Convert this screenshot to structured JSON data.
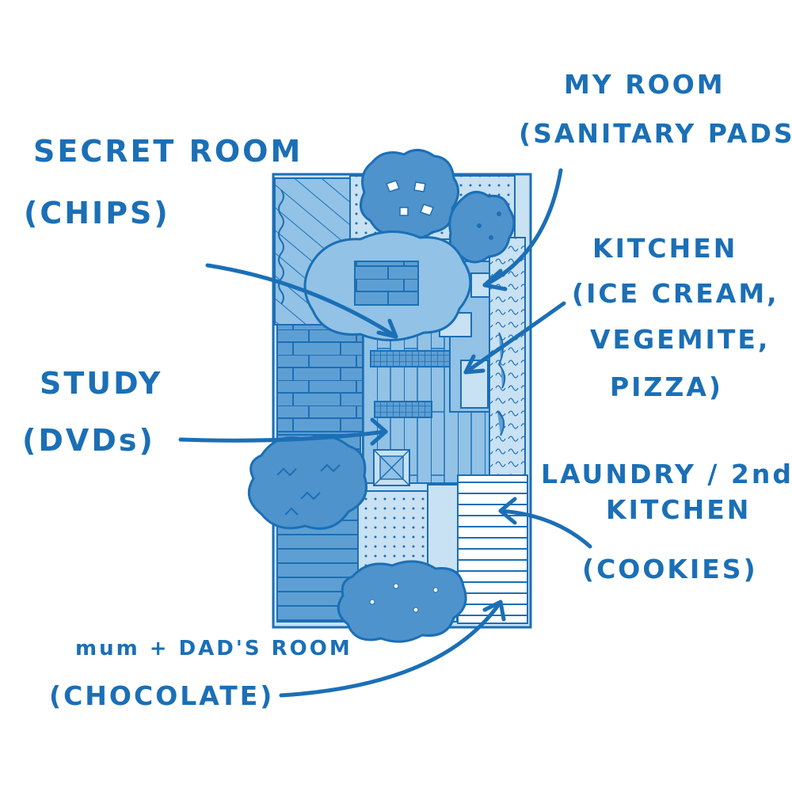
{
  "colors": {
    "ink": "#1b6fb6",
    "fill_light": "#c8e1f3",
    "fill_mid": "#92c2e5",
    "fill_dark": "#5e9fd3",
    "tree": "#4f93cc"
  },
  "labels": {
    "my_room": {
      "title": "MY ROOM",
      "item": "(SANITARY PADS)"
    },
    "secret_room": {
      "title": "SECRET ROOM",
      "item": "(CHIPS)"
    },
    "kitchen": {
      "title": "KITCHEN",
      "item_line1": "(ICE CREAM,",
      "item_line2": "VEGEMITE,",
      "item_line3": "PIZZA)"
    },
    "study": {
      "title": "STUDY",
      "item": "(DVDs)"
    },
    "laundry": {
      "title_line1": "LAUNDRY / 2nd",
      "title_line2": "KITCHEN",
      "item": "(COOKIES)"
    },
    "parents_room": {
      "title": "mum + DAD'S ROOM",
      "item": "(CHOCOLATE)"
    }
  }
}
